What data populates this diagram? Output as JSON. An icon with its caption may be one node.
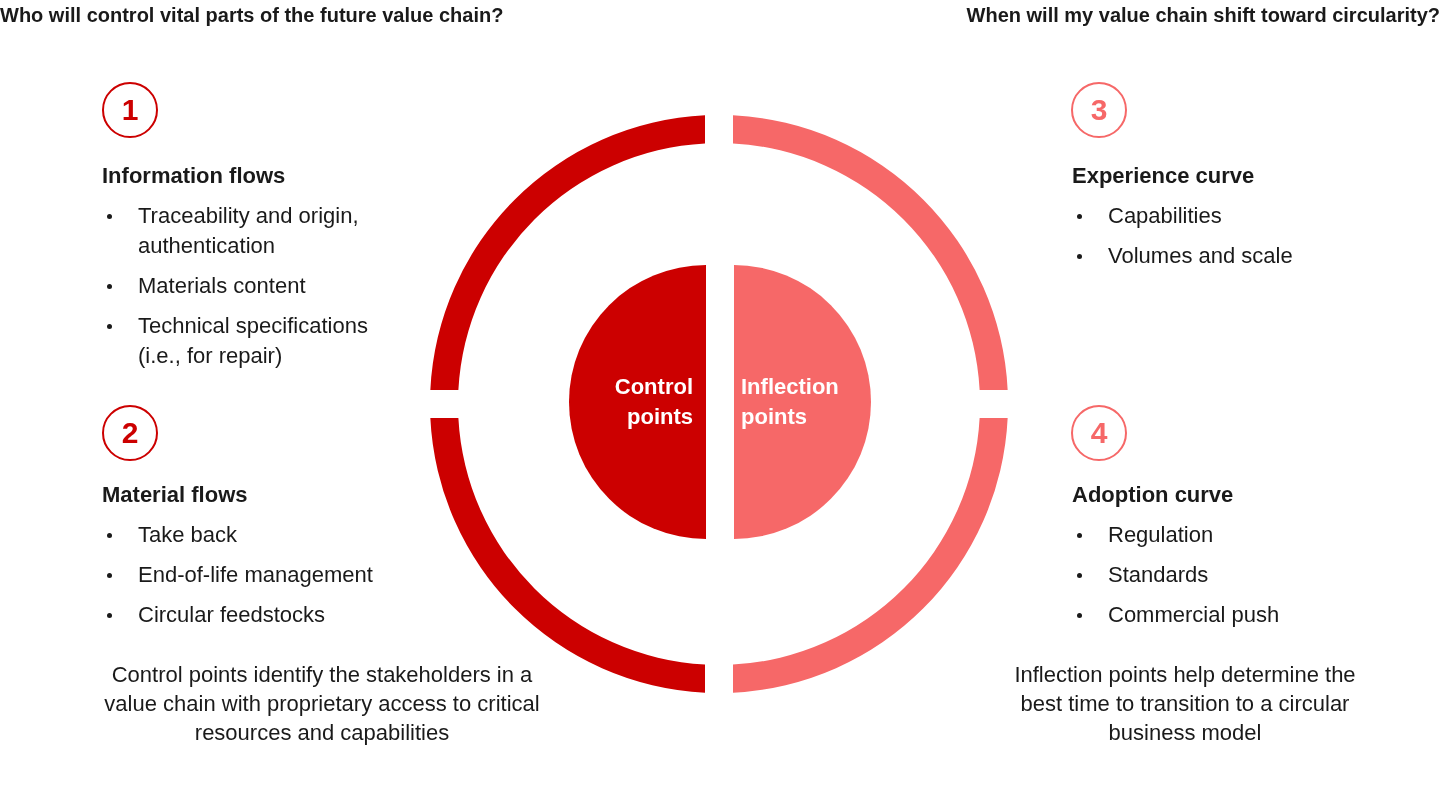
{
  "diagram": {
    "nodes": [
      {
        "text": [
          "1"
        ]
      },
      {
        "text": [
          "2"
        ]
      },
      {
        "text": [
          "3"
        ]
      },
      {
        "text": [
          "4"
        ]
      },
      {
        "text": [
          "Control points"
        ]
      },
      {
        "text": [
          "Inflection points"
        ]
      }
    ],
    "labels": [
      "Who will control vital parts of the future value chain?",
      "When will my value chain shift toward circularity?",
      "Information flows",
      "Traceability and origin, authentication",
      "Materials content",
      "Technical specifications (i.e., for repair)",
      "Experience curve",
      "Capabilities",
      "Volumes and scale",
      "Material flows",
      "Take back",
      "End-of-life management",
      "Circular feedstocks",
      "Adoption curve",
      "Regulation",
      "Standards",
      "Commercial push",
      "Control points identify the stakeholders in a value chain with proprietary access to critical resources and capabilities",
      "Inflection points help determine the best time to transition to a circular business model"
    ]
  }
}
